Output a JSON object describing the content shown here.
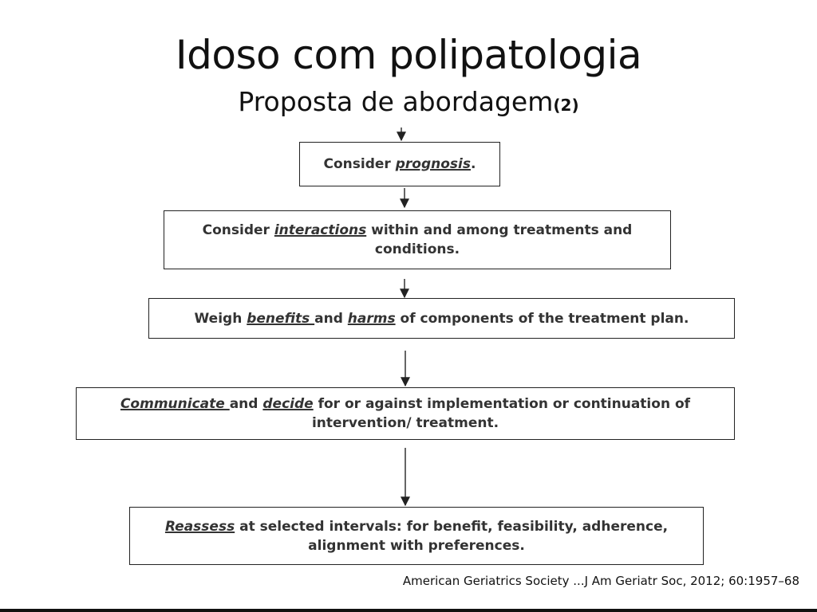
{
  "slide": {
    "title": "Idoso com polipatologia",
    "subtitle": "Proposta de abordagem",
    "subtitle_ref": "(2)",
    "citation": "American Geriatrics Society ...J Am Geriatr Soc, 2012; 60:1957–68"
  },
  "steps": [
    {
      "pre": "Consider ",
      "em": "prognosis",
      "mid": "",
      "em2": "",
      "post": "."
    },
    {
      "pre": "Consider ",
      "em": "interactions",
      "mid": " within and among treatments and conditions.",
      "em2": "",
      "post": ""
    },
    {
      "pre": "Weigh ",
      "em": "benefits ",
      "mid": " and ",
      "em2": " harms",
      "post": " of components of the treatment plan."
    },
    {
      "pre": "",
      "em": "Communicate ",
      "mid": " and ",
      "em2": "decide",
      "post": "  for or against implementation or continuation of intervention/ treatment."
    },
    {
      "pre": "",
      "em": "Reassess",
      "mid": " at selected intervals: for benefit, feasibility, adherence, alignment with preferences.",
      "em2": "",
      "post": ""
    }
  ]
}
